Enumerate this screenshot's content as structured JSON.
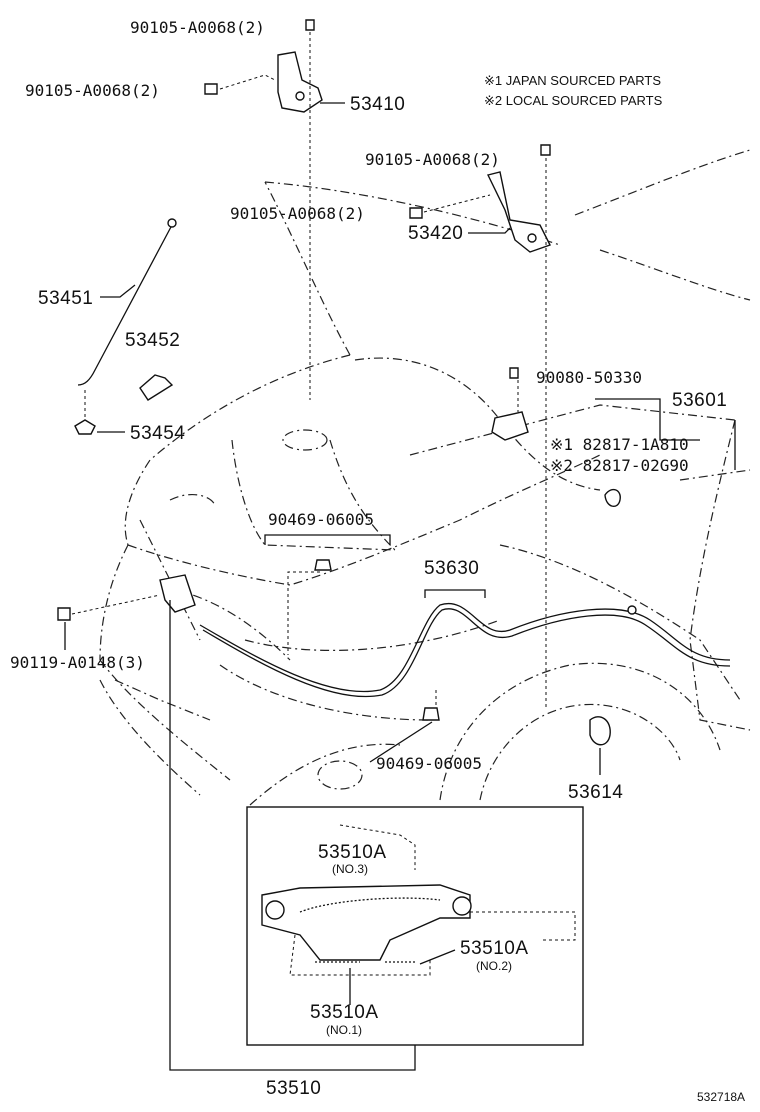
{
  "notes": {
    "japan": "※1 JAPAN SOURCED PARTS",
    "local": "※2 LOCAL SOURCED PARTS"
  },
  "labels": {
    "bolt_top": "90105-A0068(2)",
    "bolt_left": "90105-A0068(2)",
    "hinge_left": "53410",
    "bolt_right_top": "90105-A0068(2)",
    "bolt_right_mid": "90105-A0068(2)",
    "hinge_right": "53420",
    "support_rod": "53451",
    "rod_holder": "53452",
    "rod_grommet": "53454",
    "screw": "90080-50330",
    "lock_assy": "53601",
    "lock_jp": "※1 82817-1A810",
    "lock_local": "※2 82817-02G90",
    "clip_upper": "90469-06005",
    "release_cable": "53630",
    "bolt_lock": "90119-A0148(3)",
    "clip_lower": "90469-06005",
    "release_lever": "53614",
    "spring_no3": "53510A",
    "spring_no3_sub": "(NO.3)",
    "spring_no2": "53510A",
    "spring_no2_sub": "(NO.2)",
    "spring_no1": "53510A",
    "spring_no1_sub": "(NO.1)",
    "hinge_assy": "53510",
    "ref_code": "532718A"
  }
}
